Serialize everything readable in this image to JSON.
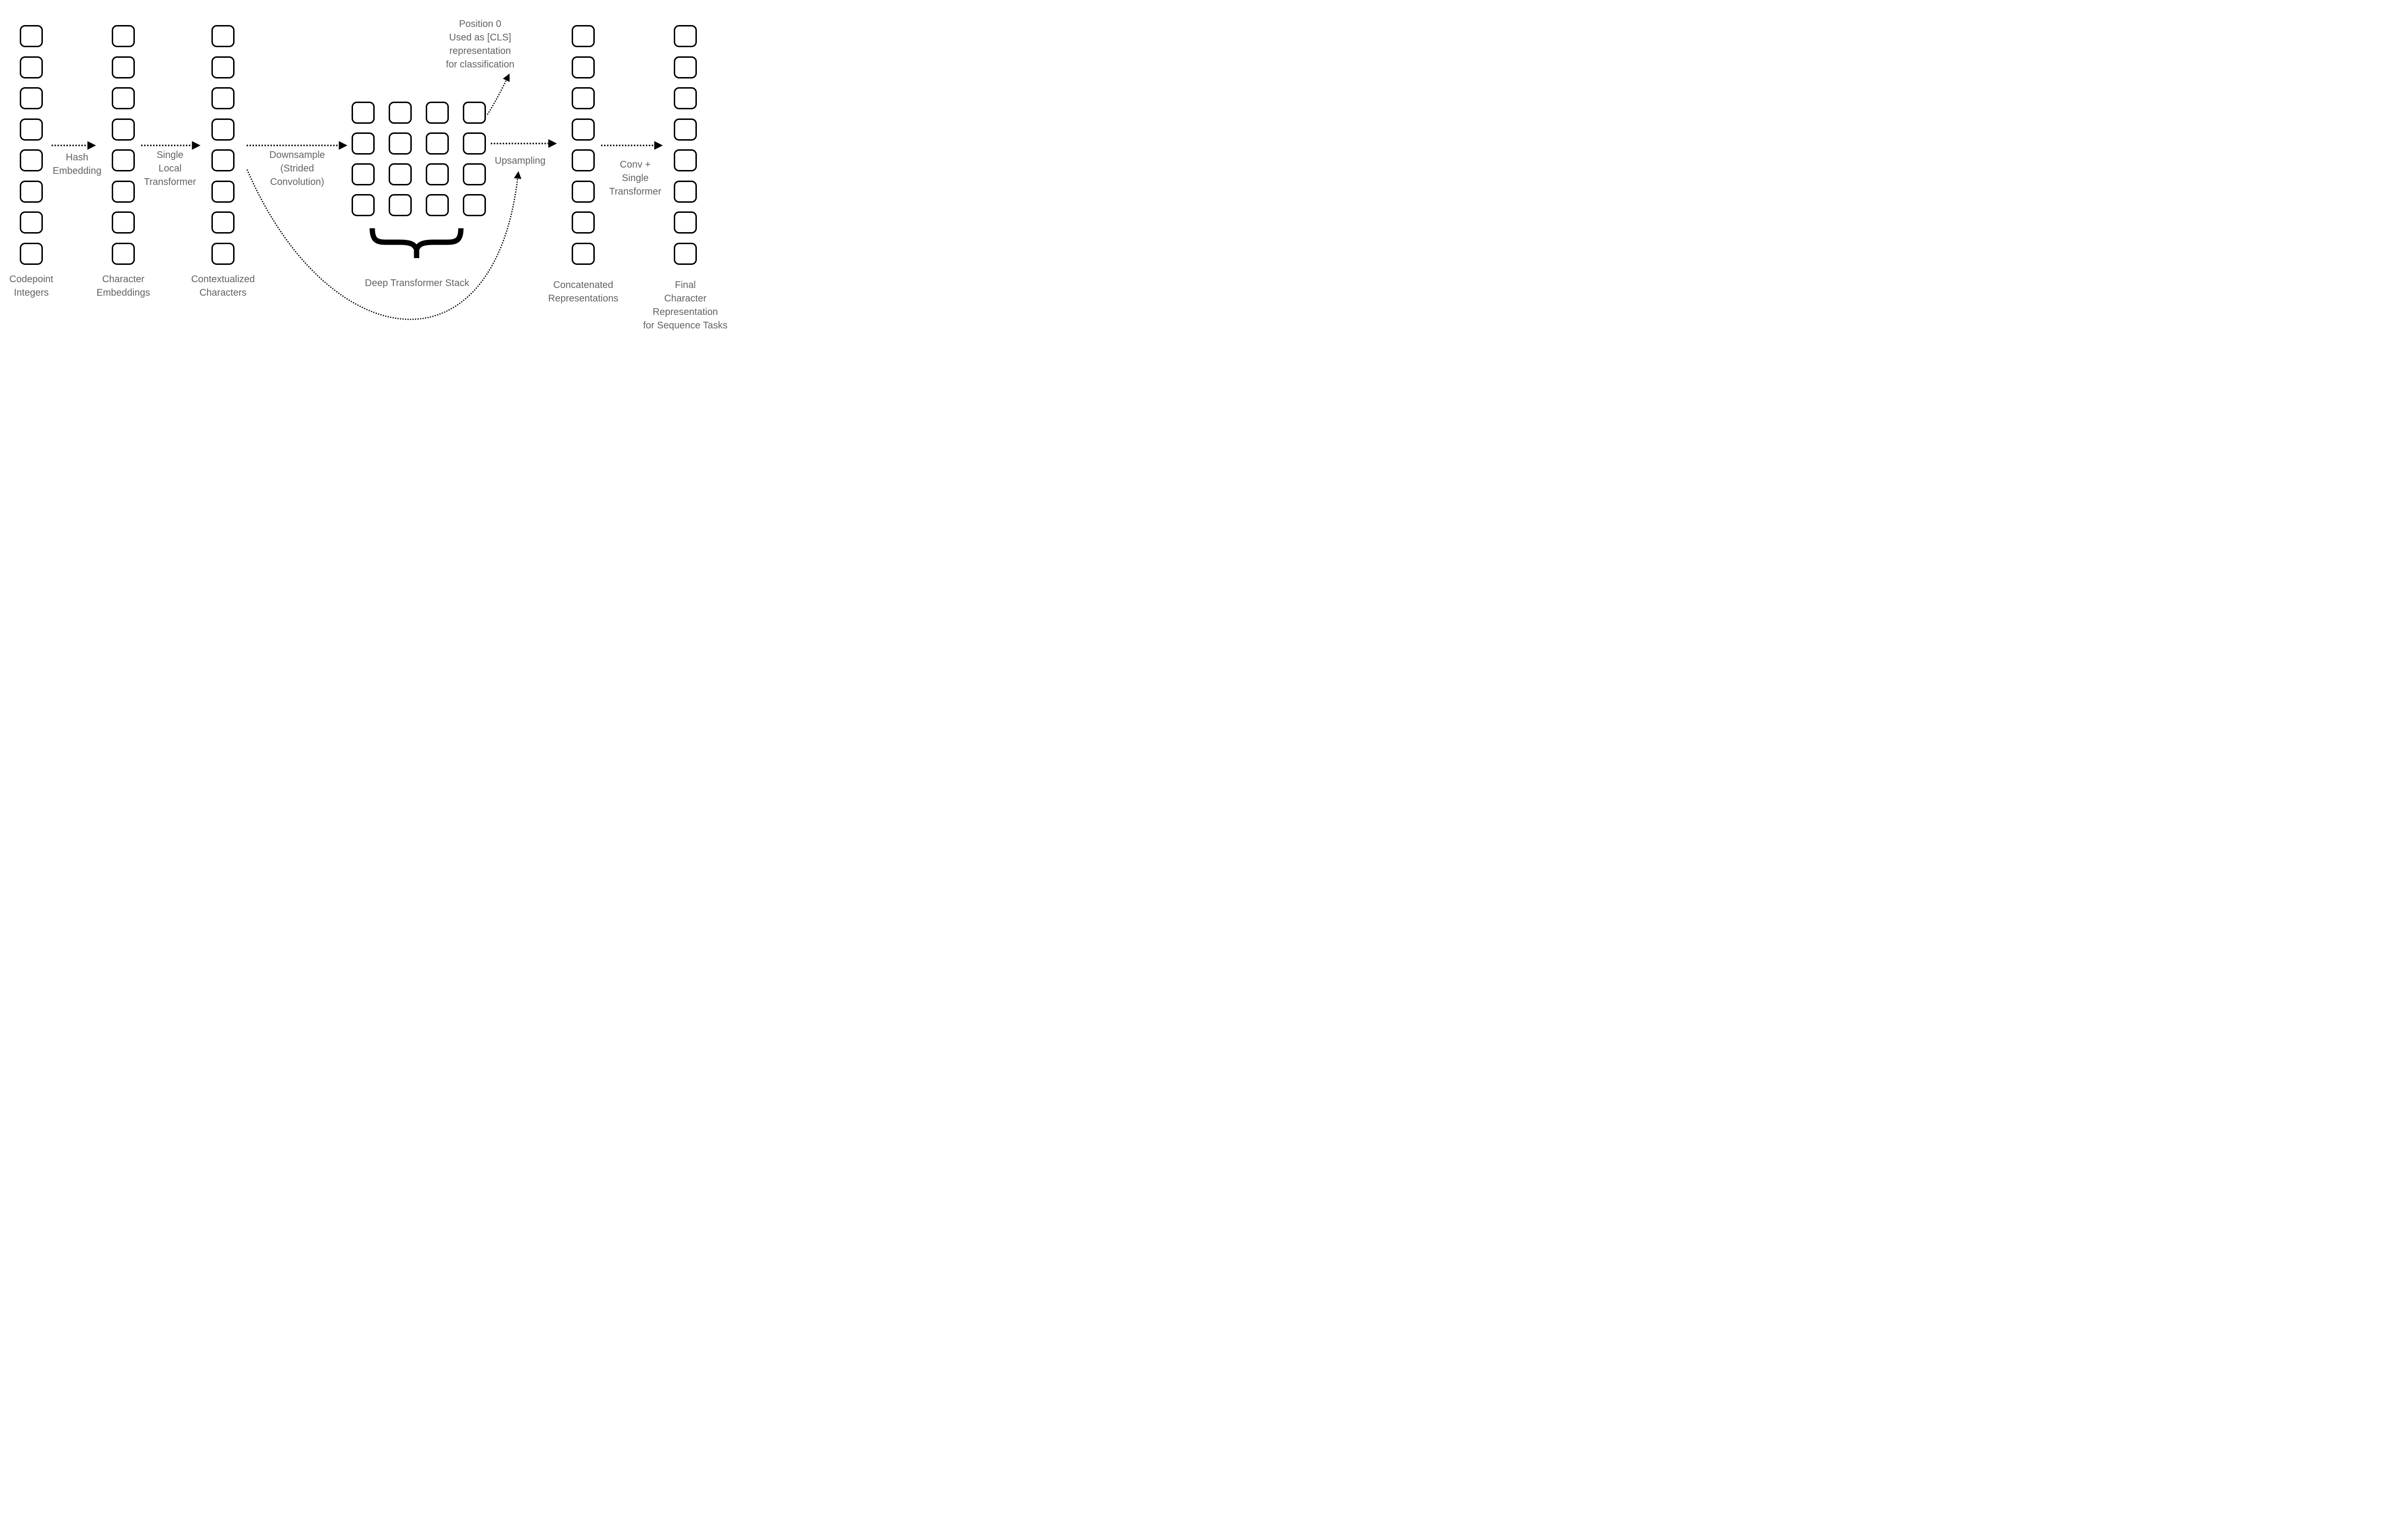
{
  "figure": {
    "title": "Character-level transformer architecture diagram",
    "line_color": "#000000",
    "text_color": "#626262",
    "background_color": "#ffffff"
  },
  "columns": [
    {
      "id": "codepoint-integers",
      "label_lines": [
        "Codepoint",
        "Integers"
      ],
      "square_count": 8
    },
    {
      "id": "character-embeddings",
      "label_lines": [
        "Character",
        "Embeddings"
      ],
      "square_count": 8
    },
    {
      "id": "contextualized-characters",
      "label_lines": [
        "Contextualized",
        "Characters"
      ],
      "square_count": 8
    },
    {
      "id": "concatenated-representations",
      "label_lines": [
        "Concatenated",
        "Representations"
      ],
      "square_count": 8
    },
    {
      "id": "final-character-representation",
      "label_lines": [
        "Final",
        "Character",
        "Representation",
        "for Sequence Tasks"
      ],
      "square_count": 8
    }
  ],
  "grid": {
    "id": "downsampled-positions-grid",
    "rows": 4,
    "cols": 4,
    "cell_count": 16,
    "label": "Deep Transformer Stack"
  },
  "arrows": [
    {
      "id": "hash-embedding-arrow",
      "label_lines": [
        "Hash",
        "Embedding"
      ]
    },
    {
      "id": "single-local-transformer-arrow",
      "label_lines": [
        "Single",
        "Local",
        "Transformer"
      ]
    },
    {
      "id": "downsample-arrow",
      "label_lines": [
        "Downsample",
        "(Strided",
        "Convolution)"
      ]
    },
    {
      "id": "upsampling-arrow",
      "label_lines": [
        "Upsampling"
      ]
    },
    {
      "id": "conv-single-transformer-arrow",
      "label_lines": [
        "Conv +",
        "Single",
        "Transformer"
      ]
    },
    {
      "id": "cls-annotation-arrow",
      "label_lines": [
        "Position 0",
        "Used as [CLS]",
        "representation",
        "for classification"
      ]
    },
    {
      "id": "residual-skip-arrow",
      "label_lines": []
    }
  ]
}
